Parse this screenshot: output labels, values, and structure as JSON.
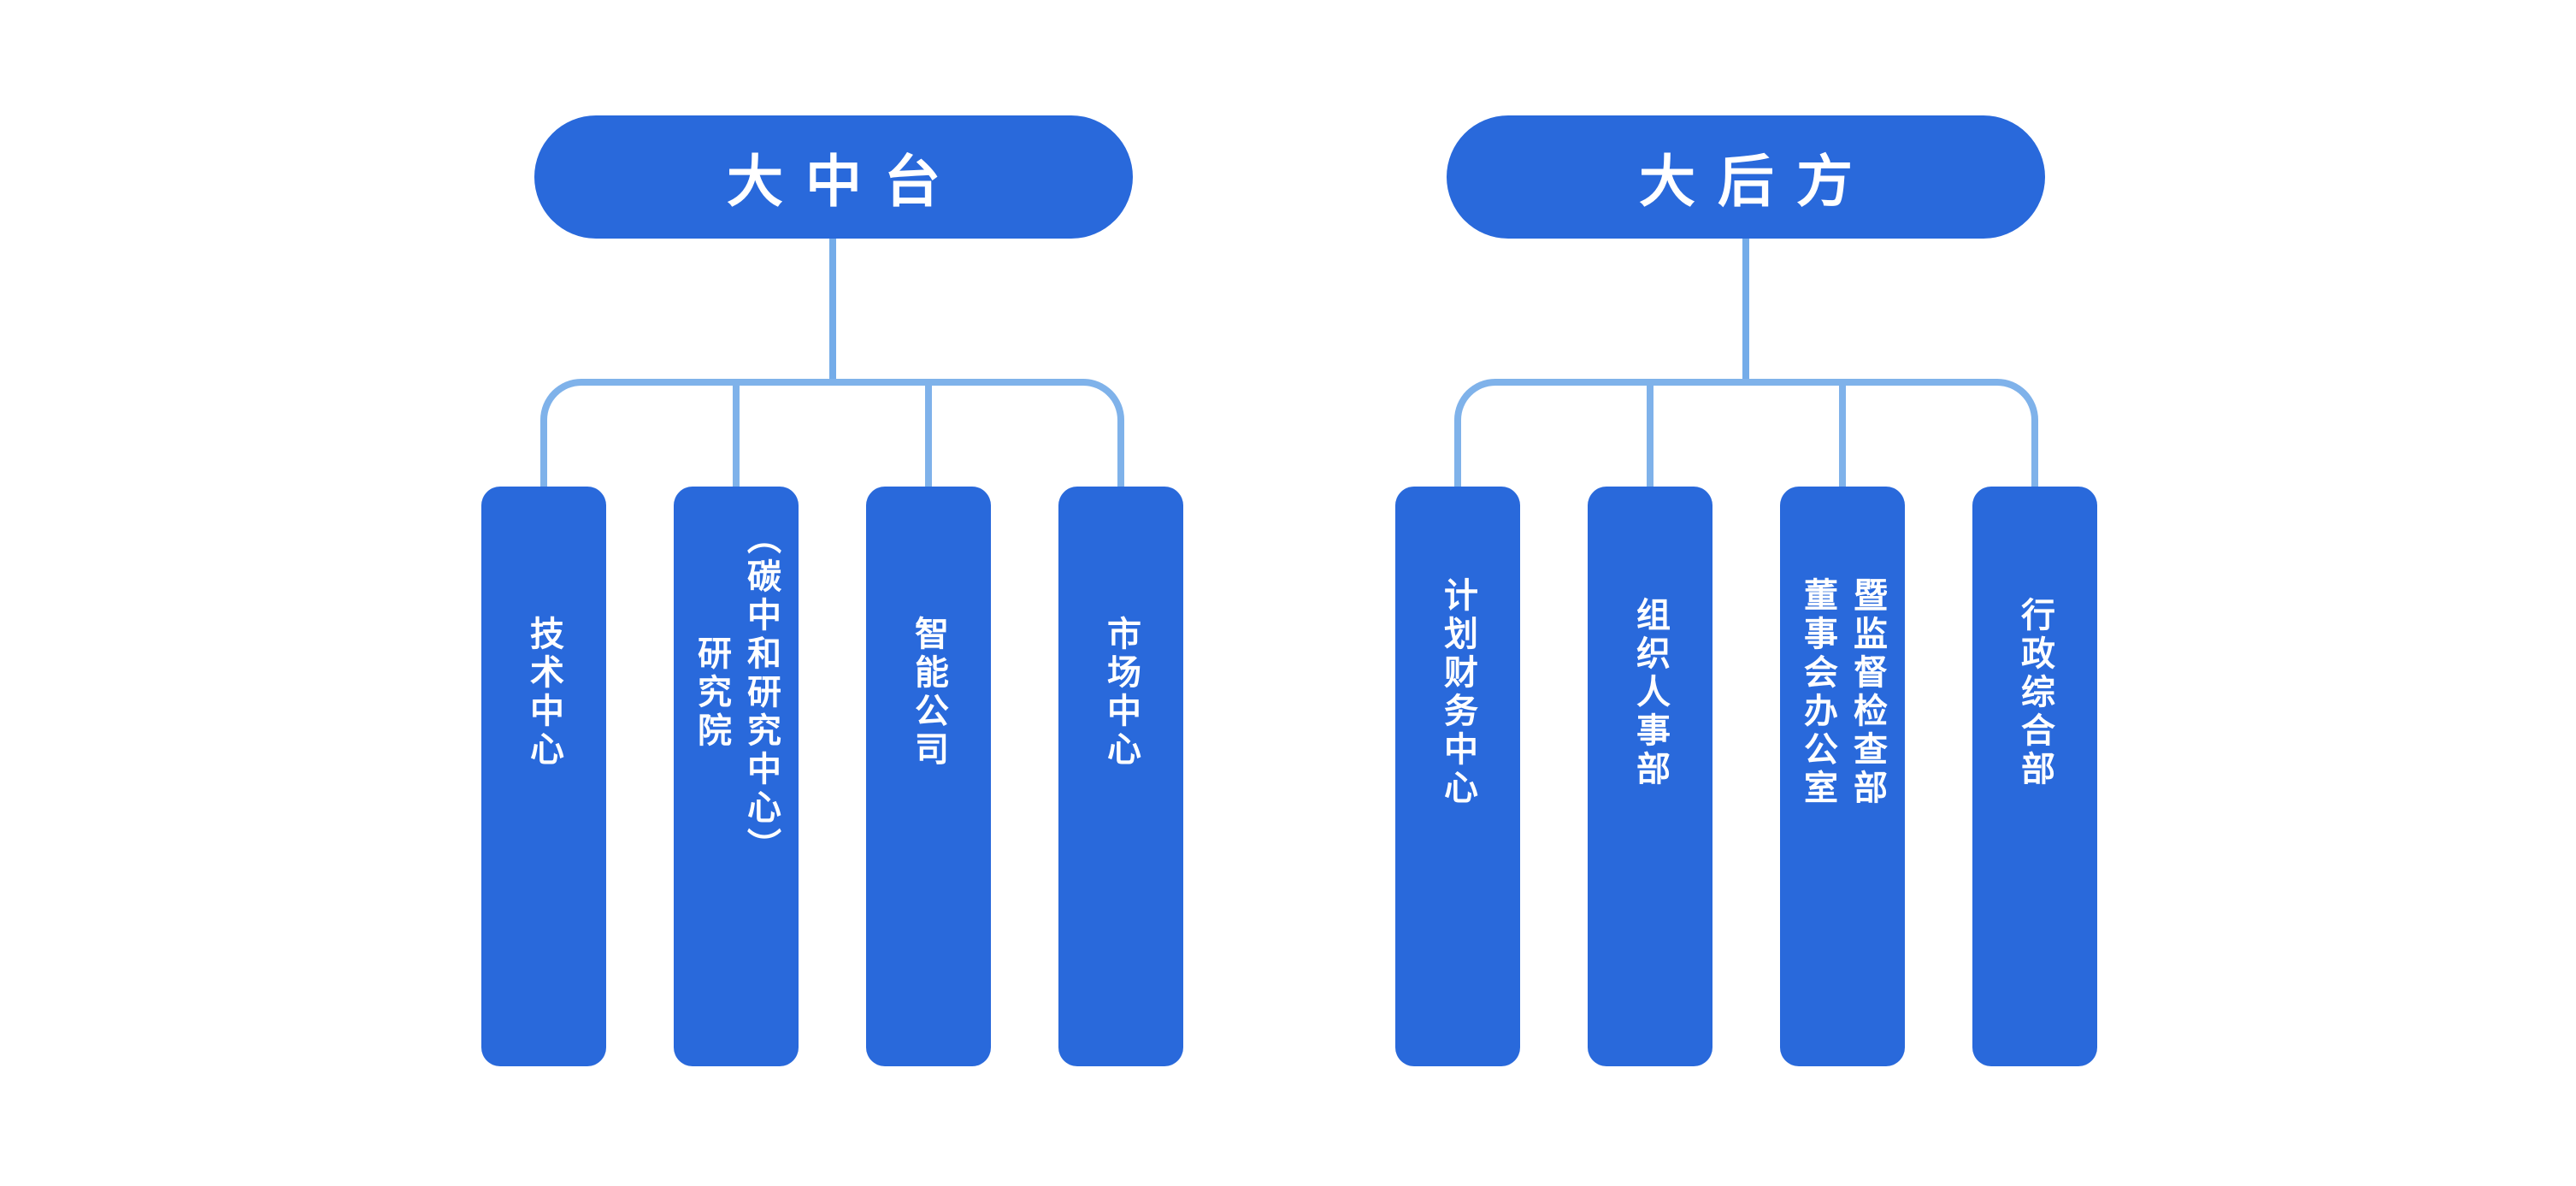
{
  "diagram_type": "org-chart",
  "colors": {
    "node_fill": "#2969DB",
    "node_text": "#FFFFFF",
    "connector": "#7FB2EA",
    "background": "#FFFFFF"
  },
  "groups": [
    {
      "parent": {
        "label": "大中台"
      },
      "children": [
        {
          "lines": [
            "技术中心"
          ]
        },
        {
          "lines": [
            "（碳中和研究中心）",
            "研究院"
          ]
        },
        {
          "lines": [
            "智能公司"
          ]
        },
        {
          "lines": [
            "市场中心"
          ]
        }
      ]
    },
    {
      "parent": {
        "label": "大后方"
      },
      "children": [
        {
          "lines": [
            "计划财务中心"
          ]
        },
        {
          "lines": [
            "组织人事部"
          ]
        },
        {
          "lines": [
            "暨监督检查部",
            "董事会办公室"
          ]
        },
        {
          "lines": [
            "行政综合部"
          ]
        }
      ]
    }
  ]
}
